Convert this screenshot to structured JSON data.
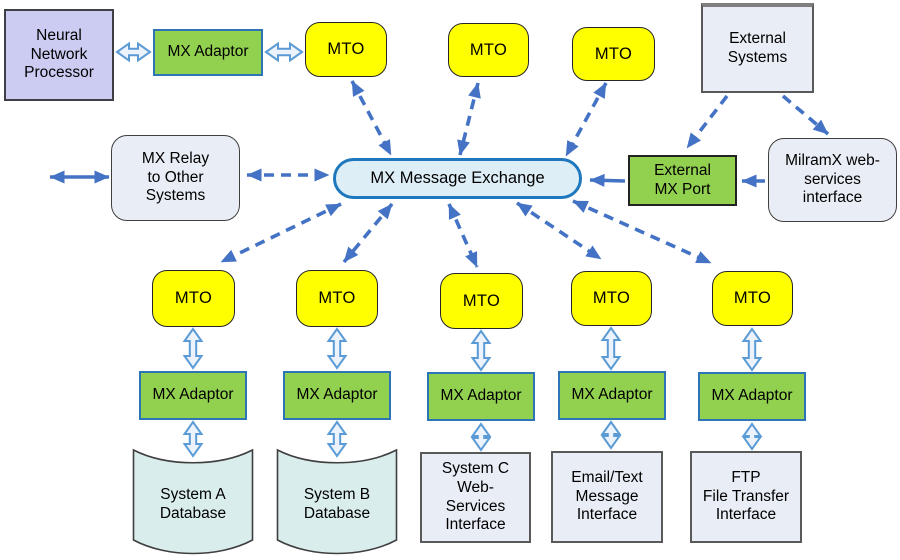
{
  "labels": {
    "neural_network_processor": "Neural\nNetwork\nProcessor",
    "mx_adaptor": "MX Adaptor",
    "mto": "MTO",
    "external_systems": "External\nSystems",
    "mx_relay": "MX Relay\nto Other\nSystems",
    "mx_message_exchange": "MX Message Exchange",
    "external_mx_port": "External\nMX Port",
    "milramx_interface": "MilramX web-\nservices\ninterface",
    "system_a_database": "System A\nDatabase",
    "system_b_database": "System B\nDatabase",
    "system_c_interface": "System C\nWeb-\nServices\nInterface",
    "email_interface": "Email/Text\nMessage\nInterface",
    "ftp_interface": "FTP\nFile Transfer\nInterface"
  },
  "colors": {
    "mto_fill": "#ffff00",
    "adaptor_fill": "#92d050",
    "processor_fill": "#ccccf2",
    "panel_fill": "#e9edf5",
    "exchange_fill": "#ddeef6",
    "exchange_border": "#1f78be",
    "cylinder_fill": "#daeded",
    "arrow": "#4472c4",
    "hollow_arrow_stroke": "#5b9bd5",
    "hollow_arrow_fill": "#ecf3fc"
  }
}
